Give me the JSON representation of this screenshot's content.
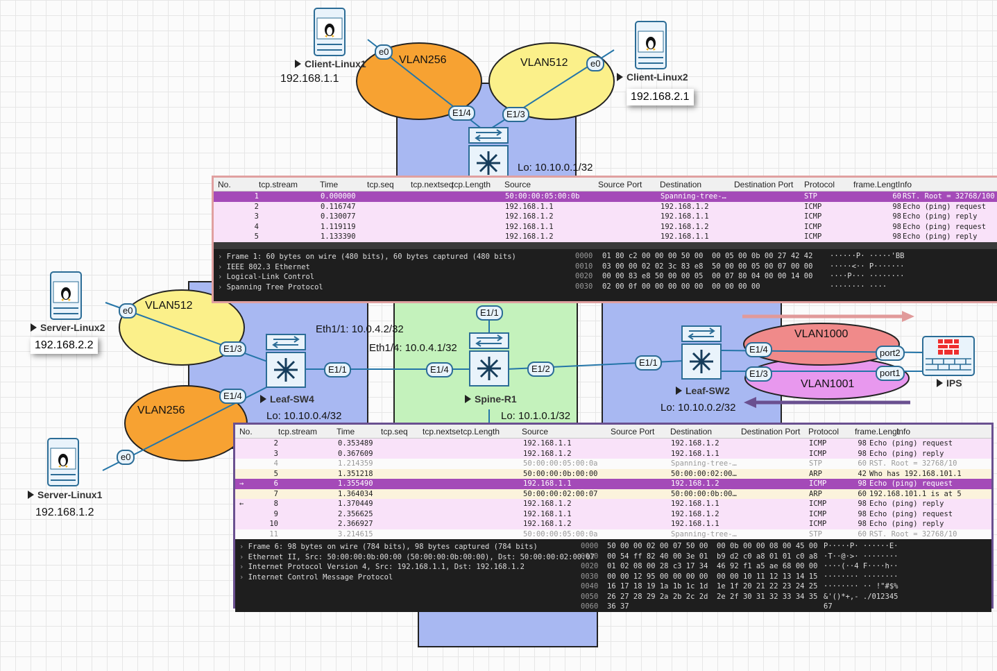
{
  "topology": {
    "nodes": {
      "client_linux1": {
        "name": "Client-Linux1",
        "ip": "192.168.1.1"
      },
      "client_linux2": {
        "name": "Client-Linux2",
        "ip": "192.168.2.1"
      },
      "server_linux2": {
        "name": "Server-Linux2",
        "ip": "192.168.2.2"
      },
      "server_linux1": {
        "name": "Server-Linux1",
        "ip": "192.168.1.2"
      },
      "leaf_sw4": {
        "name": "Leaf-SW4",
        "lo": "Lo: 10.10.0.4/32"
      },
      "spine_r1": {
        "name": "Spine-R1",
        "lo": "Lo: 10.1.0.1/32"
      },
      "leaf_sw2": {
        "name": "Leaf-SW2",
        "lo": "Lo: 10.10.0.2/32"
      },
      "top_switch": {
        "lo": "Lo: 10.10.0.1/32"
      },
      "ips": {
        "name": "IPS"
      }
    },
    "vlans": {
      "top_left": "VLAN256",
      "top_right": "VLAN512",
      "left_top": "VLAN512",
      "left_bottom": "VLAN256",
      "right_top": "VLAN1000",
      "right_bottom": "VLAN1001"
    },
    "ports": {
      "e0": "e0",
      "e1_1": "E1/1",
      "e1_2": "E1/2",
      "e1_3": "E1/3",
      "e1_4": "E1/4",
      "port1": "port1",
      "port2": "port2"
    },
    "links": {
      "eth11": "Eth1/1: 10.0.4.2/32",
      "eth14": "Eth1/4: 10.0.4.1/32"
    },
    "colors": {
      "orange": "#f7a232",
      "yellow": "#fbf08a",
      "blue_area": "#a8b8f2",
      "green_area": "#c4f2bc",
      "red_vlan": "#f08a8a",
      "violet_vlan": "#e898ee",
      "link": "#2475a8"
    }
  },
  "capture1": {
    "columns": [
      "No.",
      "tcp.stream",
      "Time",
      "tcp.seq",
      "tcp.nextseq",
      "tcp.Length",
      "Source",
      "Source Port",
      "Destination",
      "Destination Port",
      "Protocol",
      "frame.Lengt",
      "Info"
    ],
    "rows": [
      {
        "no": "1",
        "time": "0.000000",
        "src": "50:00:00:05:00:0b",
        "dst": "Spanning-tree-…",
        "proto": "STP",
        "len": "60",
        "info": "RST. Root = 32768/100",
        "style": "selected"
      },
      {
        "no": "2",
        "time": "0.116747",
        "src": "192.168.1.1",
        "dst": "192.168.1.2",
        "proto": "ICMP",
        "len": "98",
        "info": "Echo (ping) request",
        "style": "icmp"
      },
      {
        "no": "3",
        "time": "0.130077",
        "src": "192.168.1.2",
        "dst": "192.168.1.1",
        "proto": "ICMP",
        "len": "98",
        "info": "Echo (ping) reply",
        "style": "icmp"
      },
      {
        "no": "4",
        "time": "1.119119",
        "src": "192.168.1.1",
        "dst": "192.168.1.2",
        "proto": "ICMP",
        "len": "98",
        "info": "Echo (ping) request",
        "style": "icmp"
      },
      {
        "no": "5",
        "time": "1.133390",
        "src": "192.168.1.2",
        "dst": "192.168.1.1",
        "proto": "ICMP",
        "len": "98",
        "info": "Echo (ping) reply",
        "style": "icmp"
      }
    ],
    "details": [
      "Frame 1: 60 bytes on wire (480 bits), 60 bytes captured (480 bits)",
      "IEEE 802.3 Ethernet",
      "Logical-Link Control",
      "Spanning Tree Protocol"
    ],
    "hex": {
      "offsets": "0000\n0010\n0020\n0030",
      "bytes": "01 80 c2 00 00 00 50 00  00 05 00 0b 00 27 42 42\n03 00 00 02 02 3c 83 e8  50 00 00 05 00 07 00 00\n00 00 83 e8 50 00 00 05  00 07 80 04 00 00 14 00\n02 00 0f 00 00 00 00 00  00 00 00 00",
      "ascii": "······P· ·····'BB\n·····<·· P·······\n····P··· ········\n········ ····"
    }
  },
  "capture2": {
    "columns": [
      "No.",
      "tcp.stream",
      "Time",
      "tcp.seq",
      "tcp.nextse",
      "tcp.Length",
      "Source",
      "Source Port",
      "Destination",
      "Destination Port",
      "Protocol",
      "frame.Lengt",
      "Info"
    ],
    "rows": [
      {
        "no": "2",
        "time": "0.353489",
        "src": "192.168.1.1",
        "dst": "192.168.1.2",
        "proto": "ICMP",
        "len": "98",
        "info": "Echo (ping) request",
        "style": "icmp",
        "mark": ""
      },
      {
        "no": "3",
        "time": "0.367609",
        "src": "192.168.1.2",
        "dst": "192.168.1.1",
        "proto": "ICMP",
        "len": "98",
        "info": "Echo (ping) reply",
        "style": "icmp",
        "mark": ""
      },
      {
        "no": "4",
        "time": "1.214359",
        "src": "50:00:00:05:00:0a",
        "dst": "Spanning-tree-…",
        "proto": "STP",
        "len": "60",
        "info": "RST. Root = 32768/10",
        "style": "stp",
        "mark": ""
      },
      {
        "no": "5",
        "time": "1.351218",
        "src": "50:00:00:0b:00:00",
        "dst": "50:00:00:02:00…",
        "proto": "ARP",
        "len": "42",
        "info": "Who has 192.168.101.1",
        "style": "arp",
        "mark": ""
      },
      {
        "no": "6",
        "time": "1.355490",
        "src": "192.168.1.1",
        "dst": "192.168.1.2",
        "proto": "ICMP",
        "len": "98",
        "info": "Echo (ping) request",
        "style": "selected",
        "mark": "→"
      },
      {
        "no": "7",
        "time": "1.364034",
        "src": "50:00:00:02:00:07",
        "dst": "50:00:00:0b:00…",
        "proto": "ARP",
        "len": "60",
        "info": "192.168.101.1 is at 5",
        "style": "arp",
        "mark": ""
      },
      {
        "no": "8",
        "time": "1.370449",
        "src": "192.168.1.2",
        "dst": "192.168.1.1",
        "proto": "ICMP",
        "len": "98",
        "info": "Echo (ping) reply",
        "style": "icmp",
        "mark": "←"
      },
      {
        "no": "9",
        "time": "2.356625",
        "src": "192.168.1.1",
        "dst": "192.168.1.2",
        "proto": "ICMP",
        "len": "98",
        "info": "Echo (ping) request",
        "style": "icmp",
        "mark": ""
      },
      {
        "no": "10",
        "time": "2.366927",
        "src": "192.168.1.2",
        "dst": "192.168.1.1",
        "proto": "ICMP",
        "len": "98",
        "info": "Echo (ping) reply",
        "style": "icmp",
        "mark": ""
      },
      {
        "no": "11",
        "time": "3.214615",
        "src": "50:00:00:05:00:0a",
        "dst": "Spanning-tree-…",
        "proto": "STP",
        "len": "60",
        "info": "RST. Root = 32768/10",
        "style": "stp",
        "mark": ""
      }
    ],
    "details": [
      "Frame 6: 98 bytes on wire (784 bits), 98 bytes captured (784 bits)",
      "Ethernet II, Src: 50:00:00:0b:00:00 (50:00:00:0b:00:00), Dst: 50:00:00:02:00:07",
      "Internet Protocol Version 4, Src: 192.168.1.1, Dst: 192.168.1.2",
      "Internet Control Message Protocol"
    ],
    "hex": {
      "offsets": "0000\n0010\n0020\n0030\n0040\n0050\n0060",
      "bytes": "50 00 00 02 00 07 50 00  00 0b 00 00 08 00 45 00\n00 54 ff 82 40 00 3e 01  b9 d2 c0 a8 01 01 c0 a8\n01 02 08 00 28 c3 17 34  46 92 f1 a5 ae 68 00 00\n00 00 12 95 00 00 00 00  00 00 10 11 12 13 14 15\n16 17 18 19 1a 1b 1c 1d  1e 1f 20 21 22 23 24 25\n26 27 28 29 2a 2b 2c 2d  2e 2f 30 31 32 33 34 35\n36 37",
      "ascii": "P·····P· ······E·\n·T··@·>· ········\n····(··4 F····h··\n········ ········\n········ ·· !\"#$%\n&'()*+,- ./012345\n67"
    }
  }
}
